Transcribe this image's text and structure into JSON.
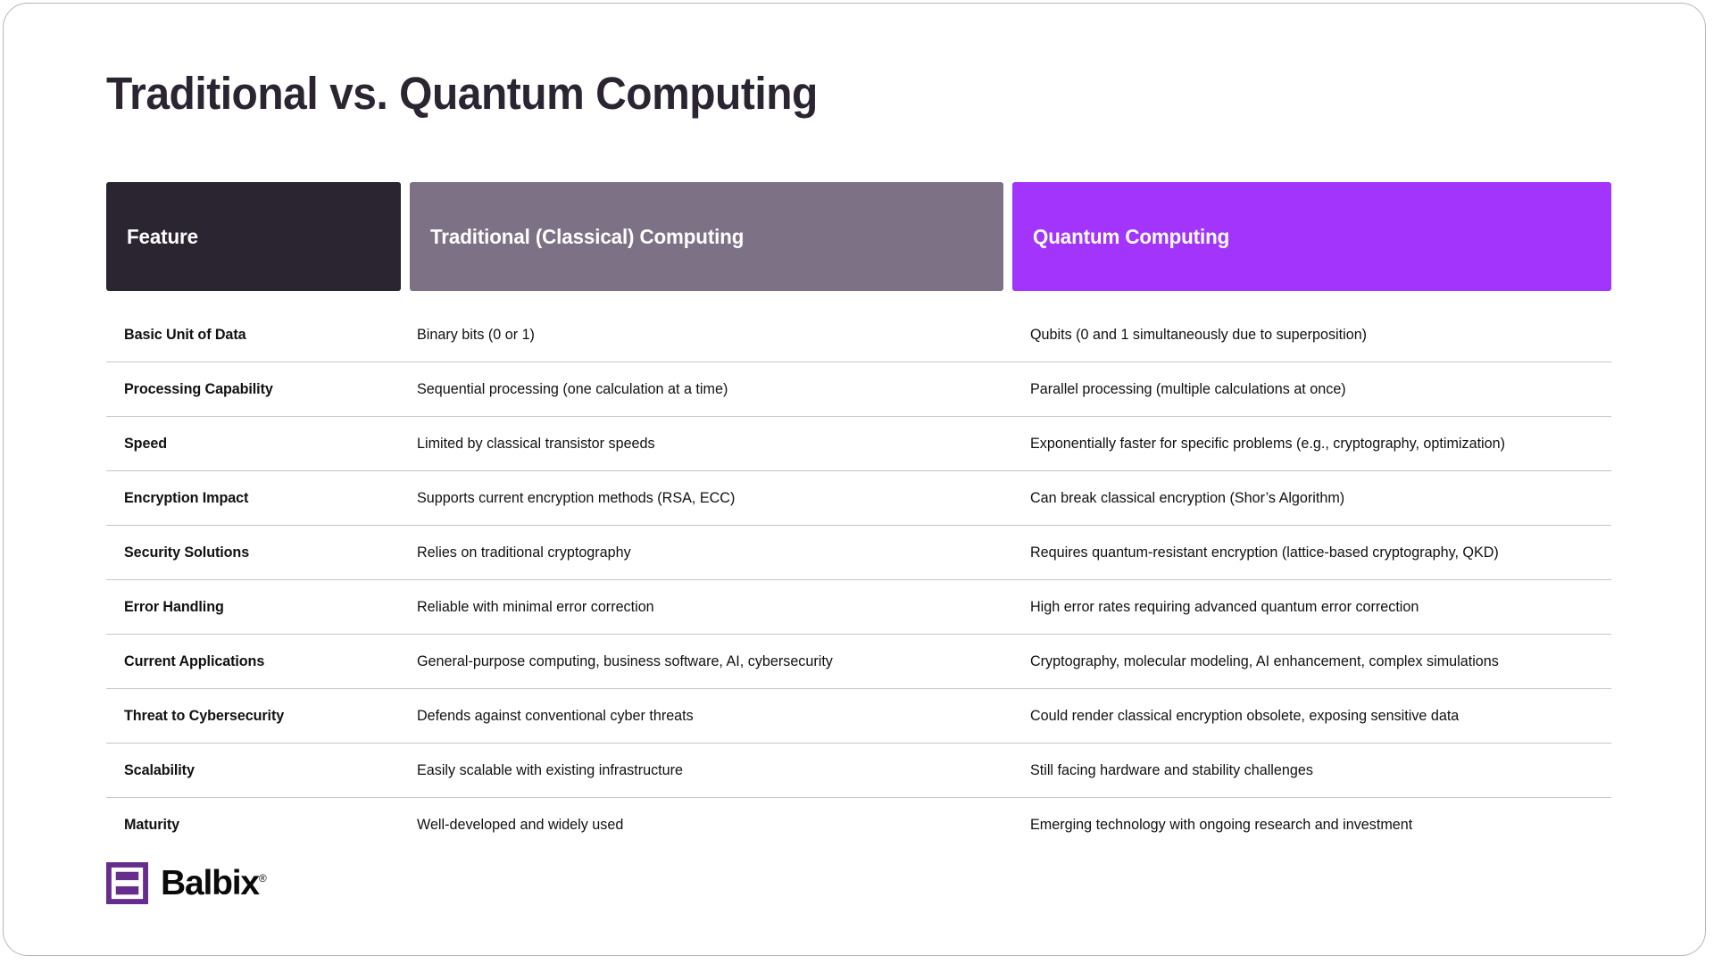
{
  "page": {
    "title": "Traditional vs. Quantum Computing",
    "background": "#ffffff",
    "card_border": "#b9b2c0"
  },
  "table": {
    "columns": [
      {
        "label": "Feature",
        "bg": "#2b2532",
        "fg": "#ffffff"
      },
      {
        "label": "Traditional (Classical) Computing",
        "bg": "#7d7185",
        "fg": "#ffffff"
      },
      {
        "label": "Quantum Computing",
        "bg": "#a334fb",
        "fg": "#ffffff"
      }
    ],
    "rows": [
      {
        "feature": "Basic Unit of Data",
        "traditional": "Binary bits (0 or 1)",
        "quantum": "Qubits (0 and 1 simultaneously due to superposition)"
      },
      {
        "feature": "Processing Capability",
        "traditional": "Sequential processing (one calculation at a time)",
        "quantum": "Parallel processing (multiple calculations at once)"
      },
      {
        "feature": "Speed",
        "traditional": "Limited by classical transistor speeds",
        "quantum": "Exponentially faster for specific problems (e.g., cryptography, optimization)"
      },
      {
        "feature": "Encryption Impact",
        "traditional": "Supports current encryption methods (RSA, ECC)",
        "quantum": "Can break classical encryption (Shor’s Algorithm)"
      },
      {
        "feature": "Security Solutions",
        "traditional": "Relies on traditional cryptography",
        "quantum": "Requires quantum-resistant encryption (lattice-based cryptography, QKD)"
      },
      {
        "feature": "Error Handling",
        "traditional": "Reliable with minimal error correction",
        "quantum": "High error rates requiring advanced quantum error correction"
      },
      {
        "feature": "Current Applications",
        "traditional": "General-purpose computing, business software, AI, cybersecurity",
        "quantum": "Cryptography, molecular modeling, AI enhancement, complex simulations"
      },
      {
        "feature": "Threat to Cybersecurity",
        "traditional": "Defends against conventional cyber threats",
        "quantum": "Could render classical encryption obsolete, exposing sensitive data"
      },
      {
        "feature": "Scalability",
        "traditional": "Easily scalable with existing infrastructure",
        "quantum": "Still facing hardware and stability challenges"
      },
      {
        "feature": "Maturity",
        "traditional": "Well-developed and widely used",
        "quantum": "Emerging technology with ongoing research and investment"
      }
    ]
  },
  "footer": {
    "logo_wordmark": "Balbix",
    "logo_registered": "®",
    "logo_mark_color": "#662d8c",
    "logo_text_color": "#0a0a0a"
  }
}
